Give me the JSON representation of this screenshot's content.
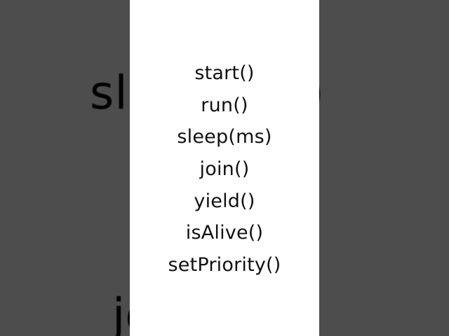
{
  "background": {
    "color": "#4d4d4d",
    "blurred_text_top": "sleep(ms)",
    "blurred_text_bottom": "join()"
  },
  "panel": {
    "color": "#ffffff",
    "text_color": "#111111",
    "methods": [
      {
        "label": "start()"
      },
      {
        "label": "run()"
      },
      {
        "label": "sleep(ms)"
      },
      {
        "label": "join()"
      },
      {
        "label": "yield()"
      },
      {
        "label": "isAlive()"
      },
      {
        "label": "setPriority()"
      }
    ]
  }
}
